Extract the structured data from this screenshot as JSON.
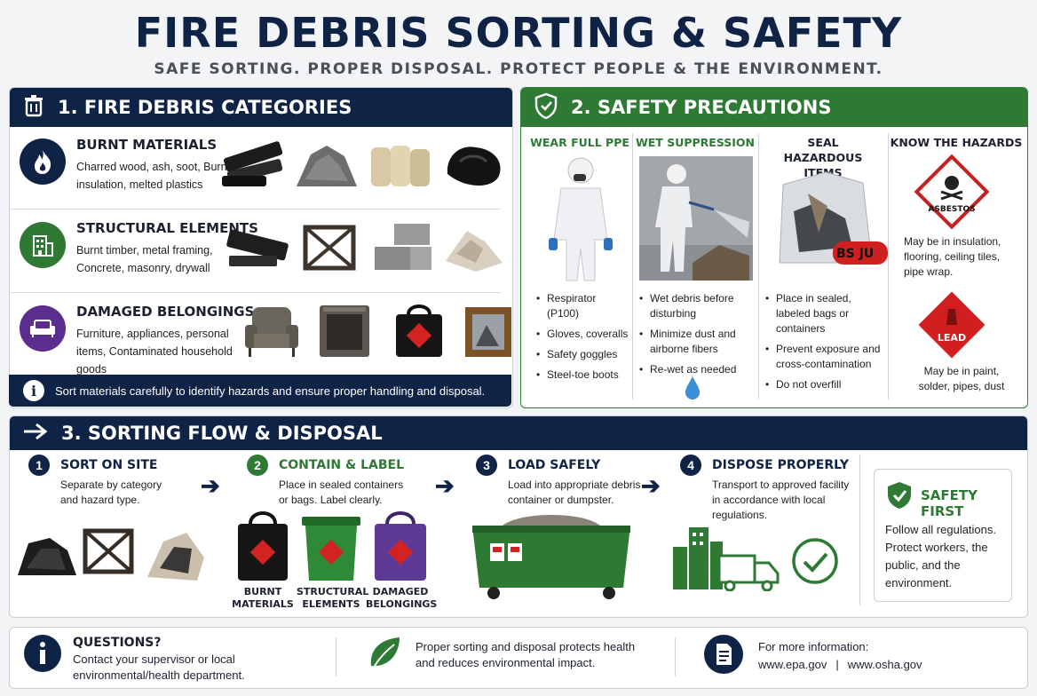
{
  "header": {
    "title": "FIRE DEBRIS SORTING & SAFETY",
    "subtitle": "SAFE SORTING. PROPER DISPOSAL. PROTECT PEOPLE & THE ENVIRONMENT."
  },
  "categories": {
    "heading": "1. FIRE DEBRIS CATEGORIES",
    "items": [
      {
        "title": "BURNT MATERIALS",
        "desc": "Charred wood, ash, soot, Burnt insulation, melted plastics",
        "icon": "fire-icon",
        "color": "#0f2347"
      },
      {
        "title": "STRUCTURAL ELEMENTS",
        "desc": "Burnt timber, metal framing, Concrete, masonry, drywall",
        "icon": "building-icon",
        "color": "#2e7a34"
      },
      {
        "title": "DAMAGED BELONGINGS",
        "desc": "Furniture, appliances, personal items, Contaminated household goods",
        "icon": "sofa-icon",
        "color": "#5b2d8e"
      }
    ],
    "note": "Sort materials carefully to identify hazards and ensure proper handling and disposal."
  },
  "safety": {
    "heading": "2. SAFETY PRECAUTIONS",
    "columns": [
      {
        "title": "WEAR FULL PPE",
        "bullets": [
          "Respirator (P100)",
          "Gloves, coveralls",
          "Safety goggles",
          "Steel-toe boots"
        ]
      },
      {
        "title": "WET SUPPRESSION",
        "bullets": [
          "Wet debris before disturbing",
          "Minimize dust and airborne fibers",
          "Re-wet as needed"
        ]
      },
      {
        "title": "SEAL HAZARDOUS ITEMS",
        "bullets": [
          "Place in sealed, labeled bags or containers",
          "Prevent exposure and cross-contamination",
          "Do not overfill"
        ]
      },
      {
        "title": "KNOW THE HAZARDS",
        "hazards": [
          {
            "label": "ASBESTOS",
            "desc": "May be in insulation, flooring, ceiling tiles, pipe wrap."
          },
          {
            "label": "LEAD",
            "desc": "May be in paint, solder, pipes, dust"
          }
        ]
      }
    ],
    "tape_text": "BS JU"
  },
  "flow": {
    "heading": "3. SORTING FLOW & DISPOSAL",
    "steps": [
      {
        "num": "1",
        "title": "SORT ON SITE",
        "desc": "Separate by category and hazard type."
      },
      {
        "num": "2",
        "title": "CONTAIN & LABEL",
        "desc": "Place in sealed containers or bags. Label clearly."
      },
      {
        "num": "3",
        "title": "LOAD SAFELY",
        "desc": "Load into appropriate debris container or dumpster."
      },
      {
        "num": "4",
        "title": "DISPOSE PROPERLY",
        "desc": "Transport to approved facility in accordance with local regulations."
      }
    ],
    "bags": [
      "BURNT MATERIALS",
      "STRUCTURAL ELEMENTS",
      "DAMAGED BELONGINGS"
    ],
    "safety_first": {
      "title": "SAFETY FIRST",
      "text": "Follow all regulations. Protect workers, the public, and the environment."
    }
  },
  "footer": {
    "questions_title": "QUESTIONS?",
    "questions_text": "Contact your supervisor or local environmental/health department.",
    "eco_text": "Proper sorting and disposal protects health and reduces environmental impact.",
    "info_label": "For more information:",
    "link1": "www.epa.gov",
    "separator": "|",
    "link2": "www.osha.gov"
  }
}
